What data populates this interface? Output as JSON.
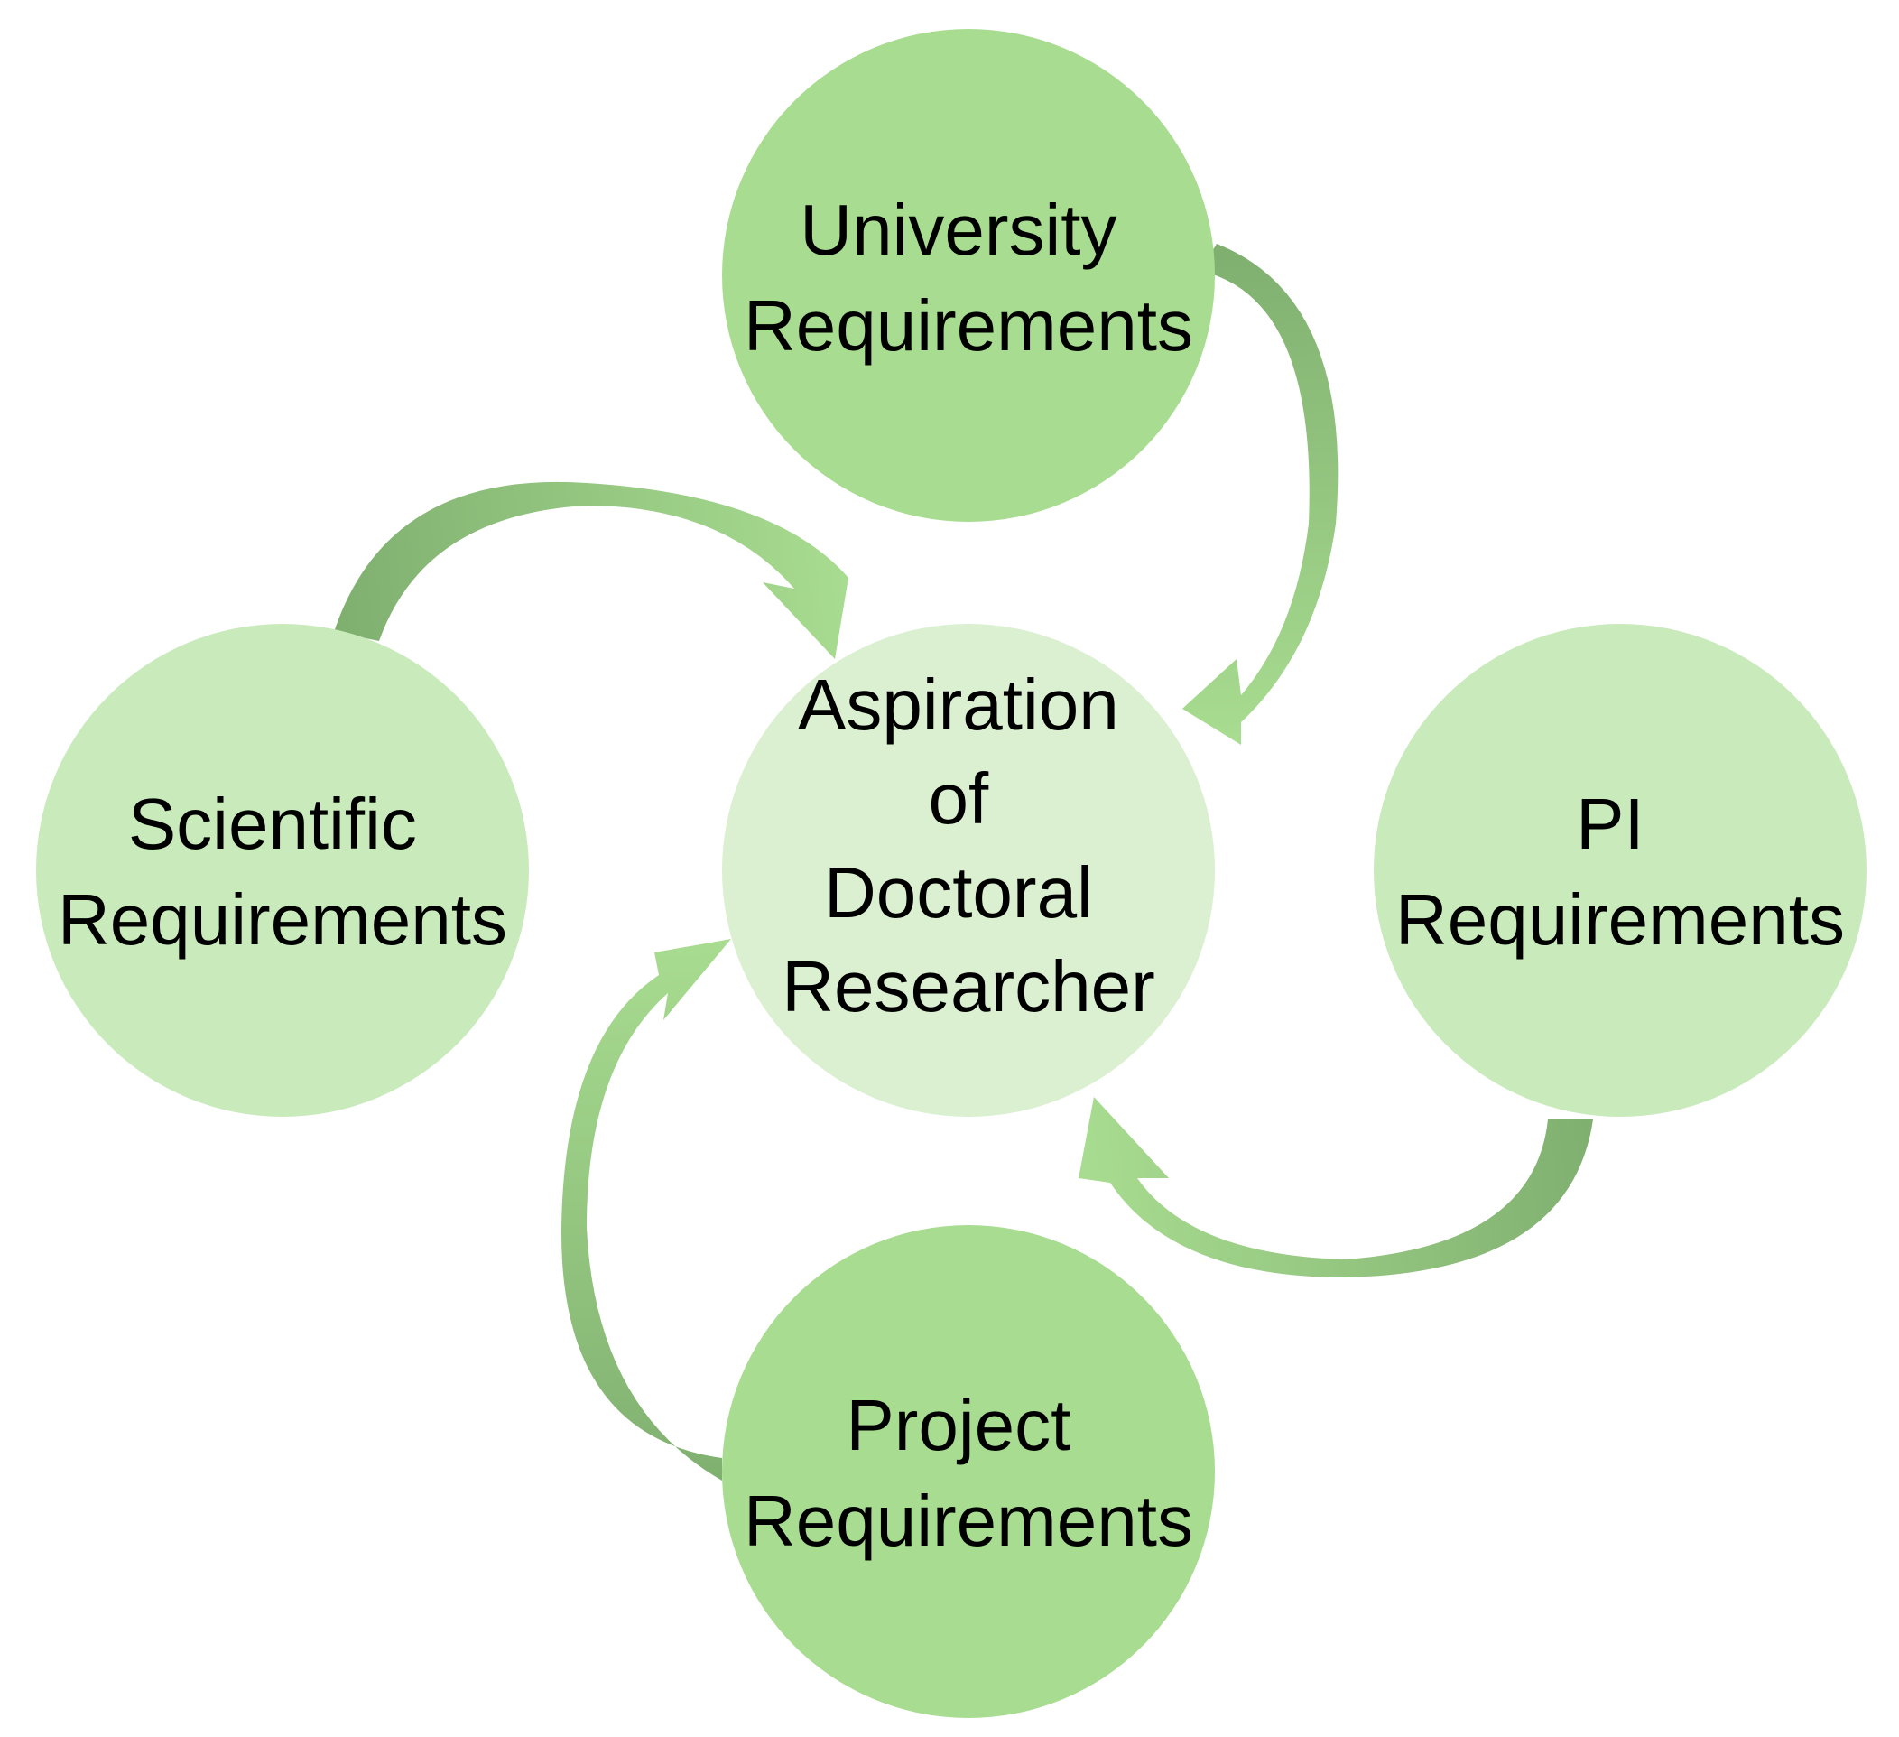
{
  "nodes": {
    "center": {
      "lines": [
        "Aspiration",
        "of",
        "Doctoral",
        "Researcher"
      ],
      "fill": "#daf0d0"
    },
    "university": {
      "lines": [
        "University",
        "Requirements"
      ],
      "fill": "#a8dc90"
    },
    "scientific": {
      "lines": [
        "Scientific",
        "Requirements"
      ],
      "fill": "#c9eabb"
    },
    "pi": {
      "lines": [
        "PI",
        "Requirements"
      ],
      "fill": "#c9eabb"
    },
    "project": {
      "lines": [
        "Project",
        "Requirements"
      ],
      "fill": "#a8dc90"
    }
  },
  "colors": {
    "arrow_light": "#a8dc90",
    "arrow_dark": "#80b070"
  }
}
